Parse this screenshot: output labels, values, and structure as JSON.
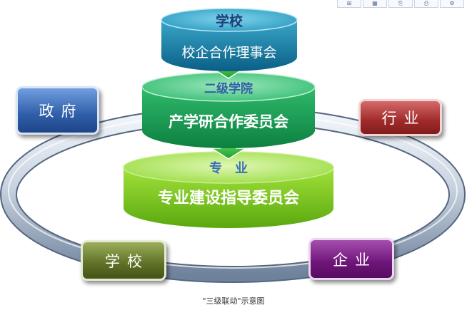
{
  "toolbar": {
    "icons": [
      "add-image-icon",
      "save-icon",
      "export-icon",
      "print-icon",
      "settings-icon"
    ],
    "glyphs": [
      "⊞",
      "▦",
      "⎘",
      "⎙",
      "⚙"
    ]
  },
  "diagram": {
    "top_tier": {
      "header": "学校",
      "label": "校企合作理事会"
    },
    "middle_tier": {
      "header": "二级学院",
      "label": "产学研合作委员会"
    },
    "bottom_tier": {
      "header": "专　业",
      "label": "专业建设指导委员会"
    },
    "nodes": {
      "government": "政府",
      "industry": "行业",
      "school": "学校",
      "enterprise": "企业"
    }
  },
  "caption": "\"三级联动\"示意图"
}
